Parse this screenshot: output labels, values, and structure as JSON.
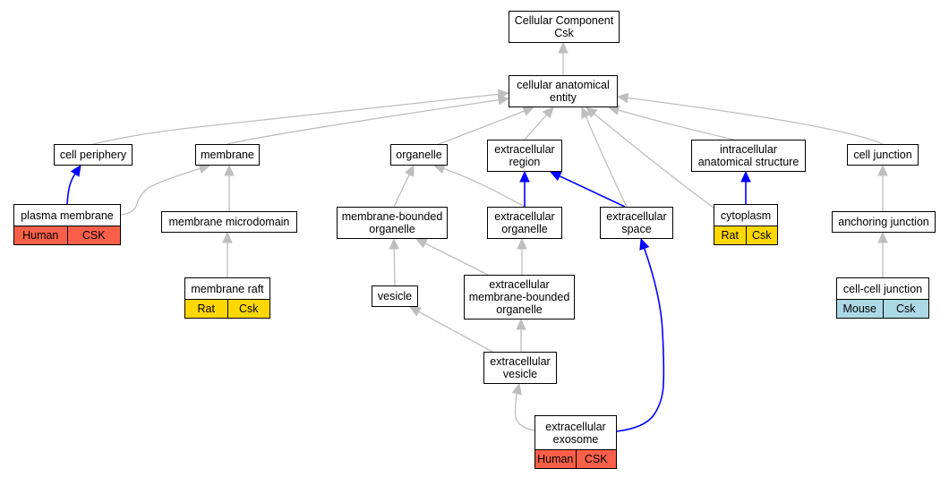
{
  "species_colors": {
    "Human": "#fa6049",
    "Rat": "#ffd700",
    "Mouse": "#add8e6"
  },
  "edge_colors": {
    "is_a": "#bebebe",
    "annotation": "#0000ff"
  },
  "nodes": {
    "cellular_component": {
      "label": "Cellular Component\nCsk"
    },
    "cellular_anatomical_entity": {
      "label": "cellular anatomical\nentity"
    },
    "cell_periphery": {
      "label": "cell periphery"
    },
    "membrane": {
      "label": "membrane"
    },
    "organelle": {
      "label": "organelle"
    },
    "extracellular_region": {
      "label": "extracellular\nregion"
    },
    "intracellular_anatomical_structure": {
      "label": "intracellular\nanatomical structure"
    },
    "cell_junction": {
      "label": "cell junction"
    },
    "plasma_membrane": {
      "label": "plasma membrane",
      "species": "Human",
      "gene": "CSK"
    },
    "membrane_microdomain": {
      "label": "membrane microdomain"
    },
    "membrane_bounded_organelle": {
      "label": "membrane-bounded\norganelle"
    },
    "extracellular_organelle": {
      "label": "extracellular\norganelle"
    },
    "extracellular_space": {
      "label": "extracellular\nspace"
    },
    "cytoplasm": {
      "label": "cytoplasm",
      "species": "Rat",
      "gene": "Csk"
    },
    "anchoring_junction": {
      "label": "anchoring junction"
    },
    "membrane_raft": {
      "label": "membrane raft",
      "species": "Rat",
      "gene": "Csk"
    },
    "vesicle": {
      "label": "vesicle"
    },
    "extracellular_membrane_bounded_organelle": {
      "label": "extracellular\nmembrane-bounded\norganelle"
    },
    "cell_cell_junction": {
      "label": "cell-cell junction",
      "species": "Mouse",
      "gene": "Csk"
    },
    "extracellular_vesicle": {
      "label": "extracellular\nvesicle"
    },
    "extracellular_exosome": {
      "label": "extracellular\nexosome",
      "species": "Human",
      "gene": "CSK"
    }
  },
  "edges": [
    {
      "from": "cellular_anatomical_entity",
      "to": "cellular_component",
      "type": "is_a"
    },
    {
      "from": "cell_periphery",
      "to": "cellular_anatomical_entity",
      "type": "is_a"
    },
    {
      "from": "membrane",
      "to": "cellular_anatomical_entity",
      "type": "is_a"
    },
    {
      "from": "organelle",
      "to": "cellular_anatomical_entity",
      "type": "is_a"
    },
    {
      "from": "extracellular_region",
      "to": "cellular_anatomical_entity",
      "type": "is_a"
    },
    {
      "from": "intracellular_anatomical_structure",
      "to": "cellular_anatomical_entity",
      "type": "is_a"
    },
    {
      "from": "cell_junction",
      "to": "cellular_anatomical_entity",
      "type": "is_a"
    },
    {
      "from": "extracellular_space",
      "to": "cellular_anatomical_entity",
      "type": "is_a"
    },
    {
      "from": "cytoplasm",
      "to": "cellular_anatomical_entity",
      "type": "is_a"
    },
    {
      "from": "plasma_membrane",
      "to": "cell_periphery",
      "type": "annotation"
    },
    {
      "from": "plasma_membrane",
      "to": "membrane",
      "type": "is_a"
    },
    {
      "from": "membrane_microdomain",
      "to": "membrane",
      "type": "is_a"
    },
    {
      "from": "membrane_raft",
      "to": "membrane_microdomain",
      "type": "is_a"
    },
    {
      "from": "membrane_bounded_organelle",
      "to": "organelle",
      "type": "is_a"
    },
    {
      "from": "extracellular_organelle",
      "to": "organelle",
      "type": "is_a"
    },
    {
      "from": "extracellular_organelle",
      "to": "extracellular_region",
      "type": "annotation"
    },
    {
      "from": "extracellular_space",
      "to": "extracellular_region",
      "type": "annotation"
    },
    {
      "from": "cytoplasm",
      "to": "intracellular_anatomical_structure",
      "type": "annotation"
    },
    {
      "from": "anchoring_junction",
      "to": "cell_junction",
      "type": "is_a"
    },
    {
      "from": "cell_cell_junction",
      "to": "anchoring_junction",
      "type": "is_a"
    },
    {
      "from": "vesicle",
      "to": "membrane_bounded_organelle",
      "type": "is_a"
    },
    {
      "from": "extracellular_membrane_bounded_organelle",
      "to": "membrane_bounded_organelle",
      "type": "is_a"
    },
    {
      "from": "extracellular_membrane_bounded_organelle",
      "to": "extracellular_organelle",
      "type": "is_a"
    },
    {
      "from": "extracellular_vesicle",
      "to": "vesicle",
      "type": "is_a"
    },
    {
      "from": "extracellular_vesicle",
      "to": "extracellular_membrane_bounded_organelle",
      "type": "is_a"
    },
    {
      "from": "extracellular_exosome",
      "to": "extracellular_vesicle",
      "type": "is_a"
    },
    {
      "from": "extracellular_exosome",
      "to": "extracellular_space",
      "type": "annotation"
    }
  ]
}
